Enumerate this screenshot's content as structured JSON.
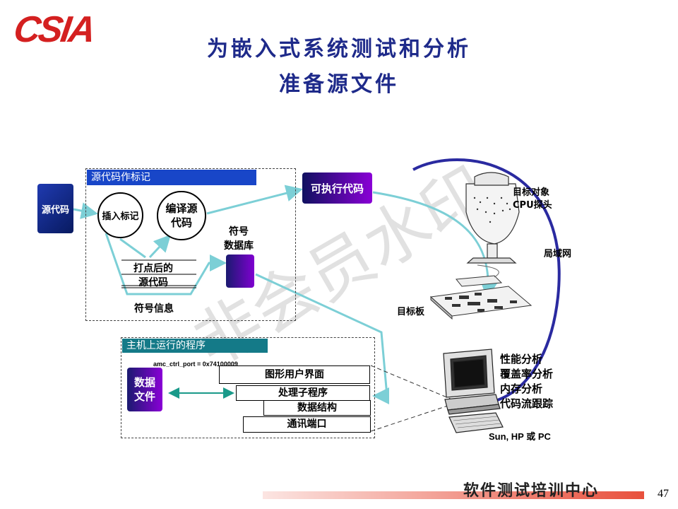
{
  "logo": {
    "text": "CSIA"
  },
  "title": {
    "line1": "为嵌入式系统测试和分析",
    "line2": "准备源文件"
  },
  "watermark": {
    "text": "非会员水印"
  },
  "box_source": {
    "header": "源代码作标记"
  },
  "box_host": {
    "header": "主机上运行的程序"
  },
  "nodes": {
    "source_code": "源代码",
    "insert_mark": "插入标记",
    "compile_source": "编译源\n代码",
    "marked_source": "打点后的\n源代码",
    "symbol_db": "符号\n数据库",
    "symbol_info": "符号信息",
    "executable": "可执行代码",
    "data_file": "数据\n文件"
  },
  "host_stack": {
    "port_addr": "amc_ctrl_port = 0x74100009",
    "items": [
      "图形用户界面",
      "处理子程序",
      "数据结构",
      "通讯端口"
    ]
  },
  "target": {
    "object": "目标对象\nCPU探头",
    "board": "目标板",
    "lan": "局域网"
  },
  "analysis": {
    "items": [
      "性能分析",
      "覆盖率分析",
      "内存分析",
      "代码流跟踪"
    ],
    "platform": "Sun, HP 或 PC"
  },
  "footer": {
    "text": "软件测试培训中心",
    "page": "47"
  },
  "colors": {
    "title": "#1e2a8a",
    "logo": "#d42020",
    "arc": "#2a2aa0",
    "arrow": "#7ccfd6",
    "header1": "#1846c8",
    "header2": "#147a88"
  }
}
